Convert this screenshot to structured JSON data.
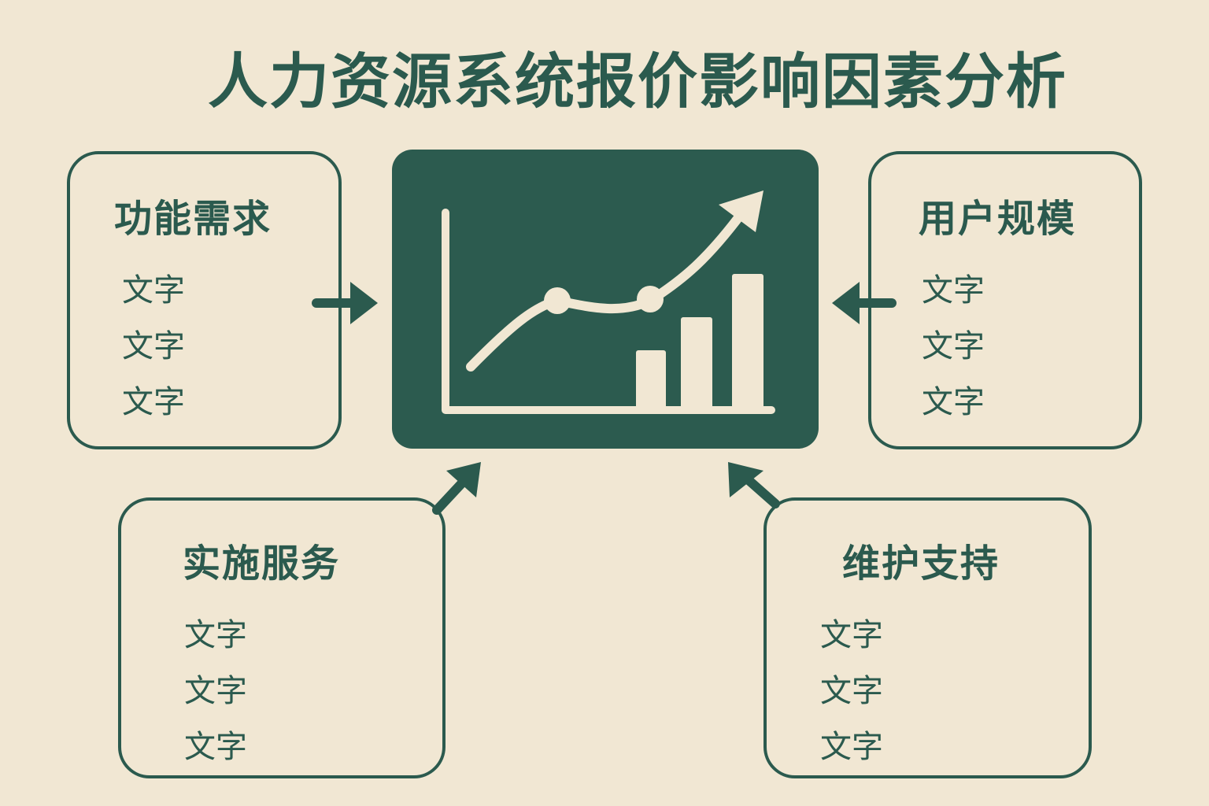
{
  "title": "人力资源系统报价影响因素分析",
  "colors": {
    "primary": "#2b5a4e",
    "background": "#f1e7d3",
    "chart_fg": "#f1e7d3"
  },
  "center_icon": "chart-growth-icon",
  "factors": [
    {
      "title": "功能需求",
      "items": [
        "文字",
        "文字",
        "文字"
      ]
    },
    {
      "title": "用户规模",
      "items": [
        "文字",
        "文字",
        "文字"
      ]
    },
    {
      "title": "实施服务",
      "items": [
        "文字",
        "文字",
        "文字"
      ]
    },
    {
      "title": "维护支持",
      "items": [
        "文字",
        "文字",
        "文字"
      ]
    }
  ]
}
